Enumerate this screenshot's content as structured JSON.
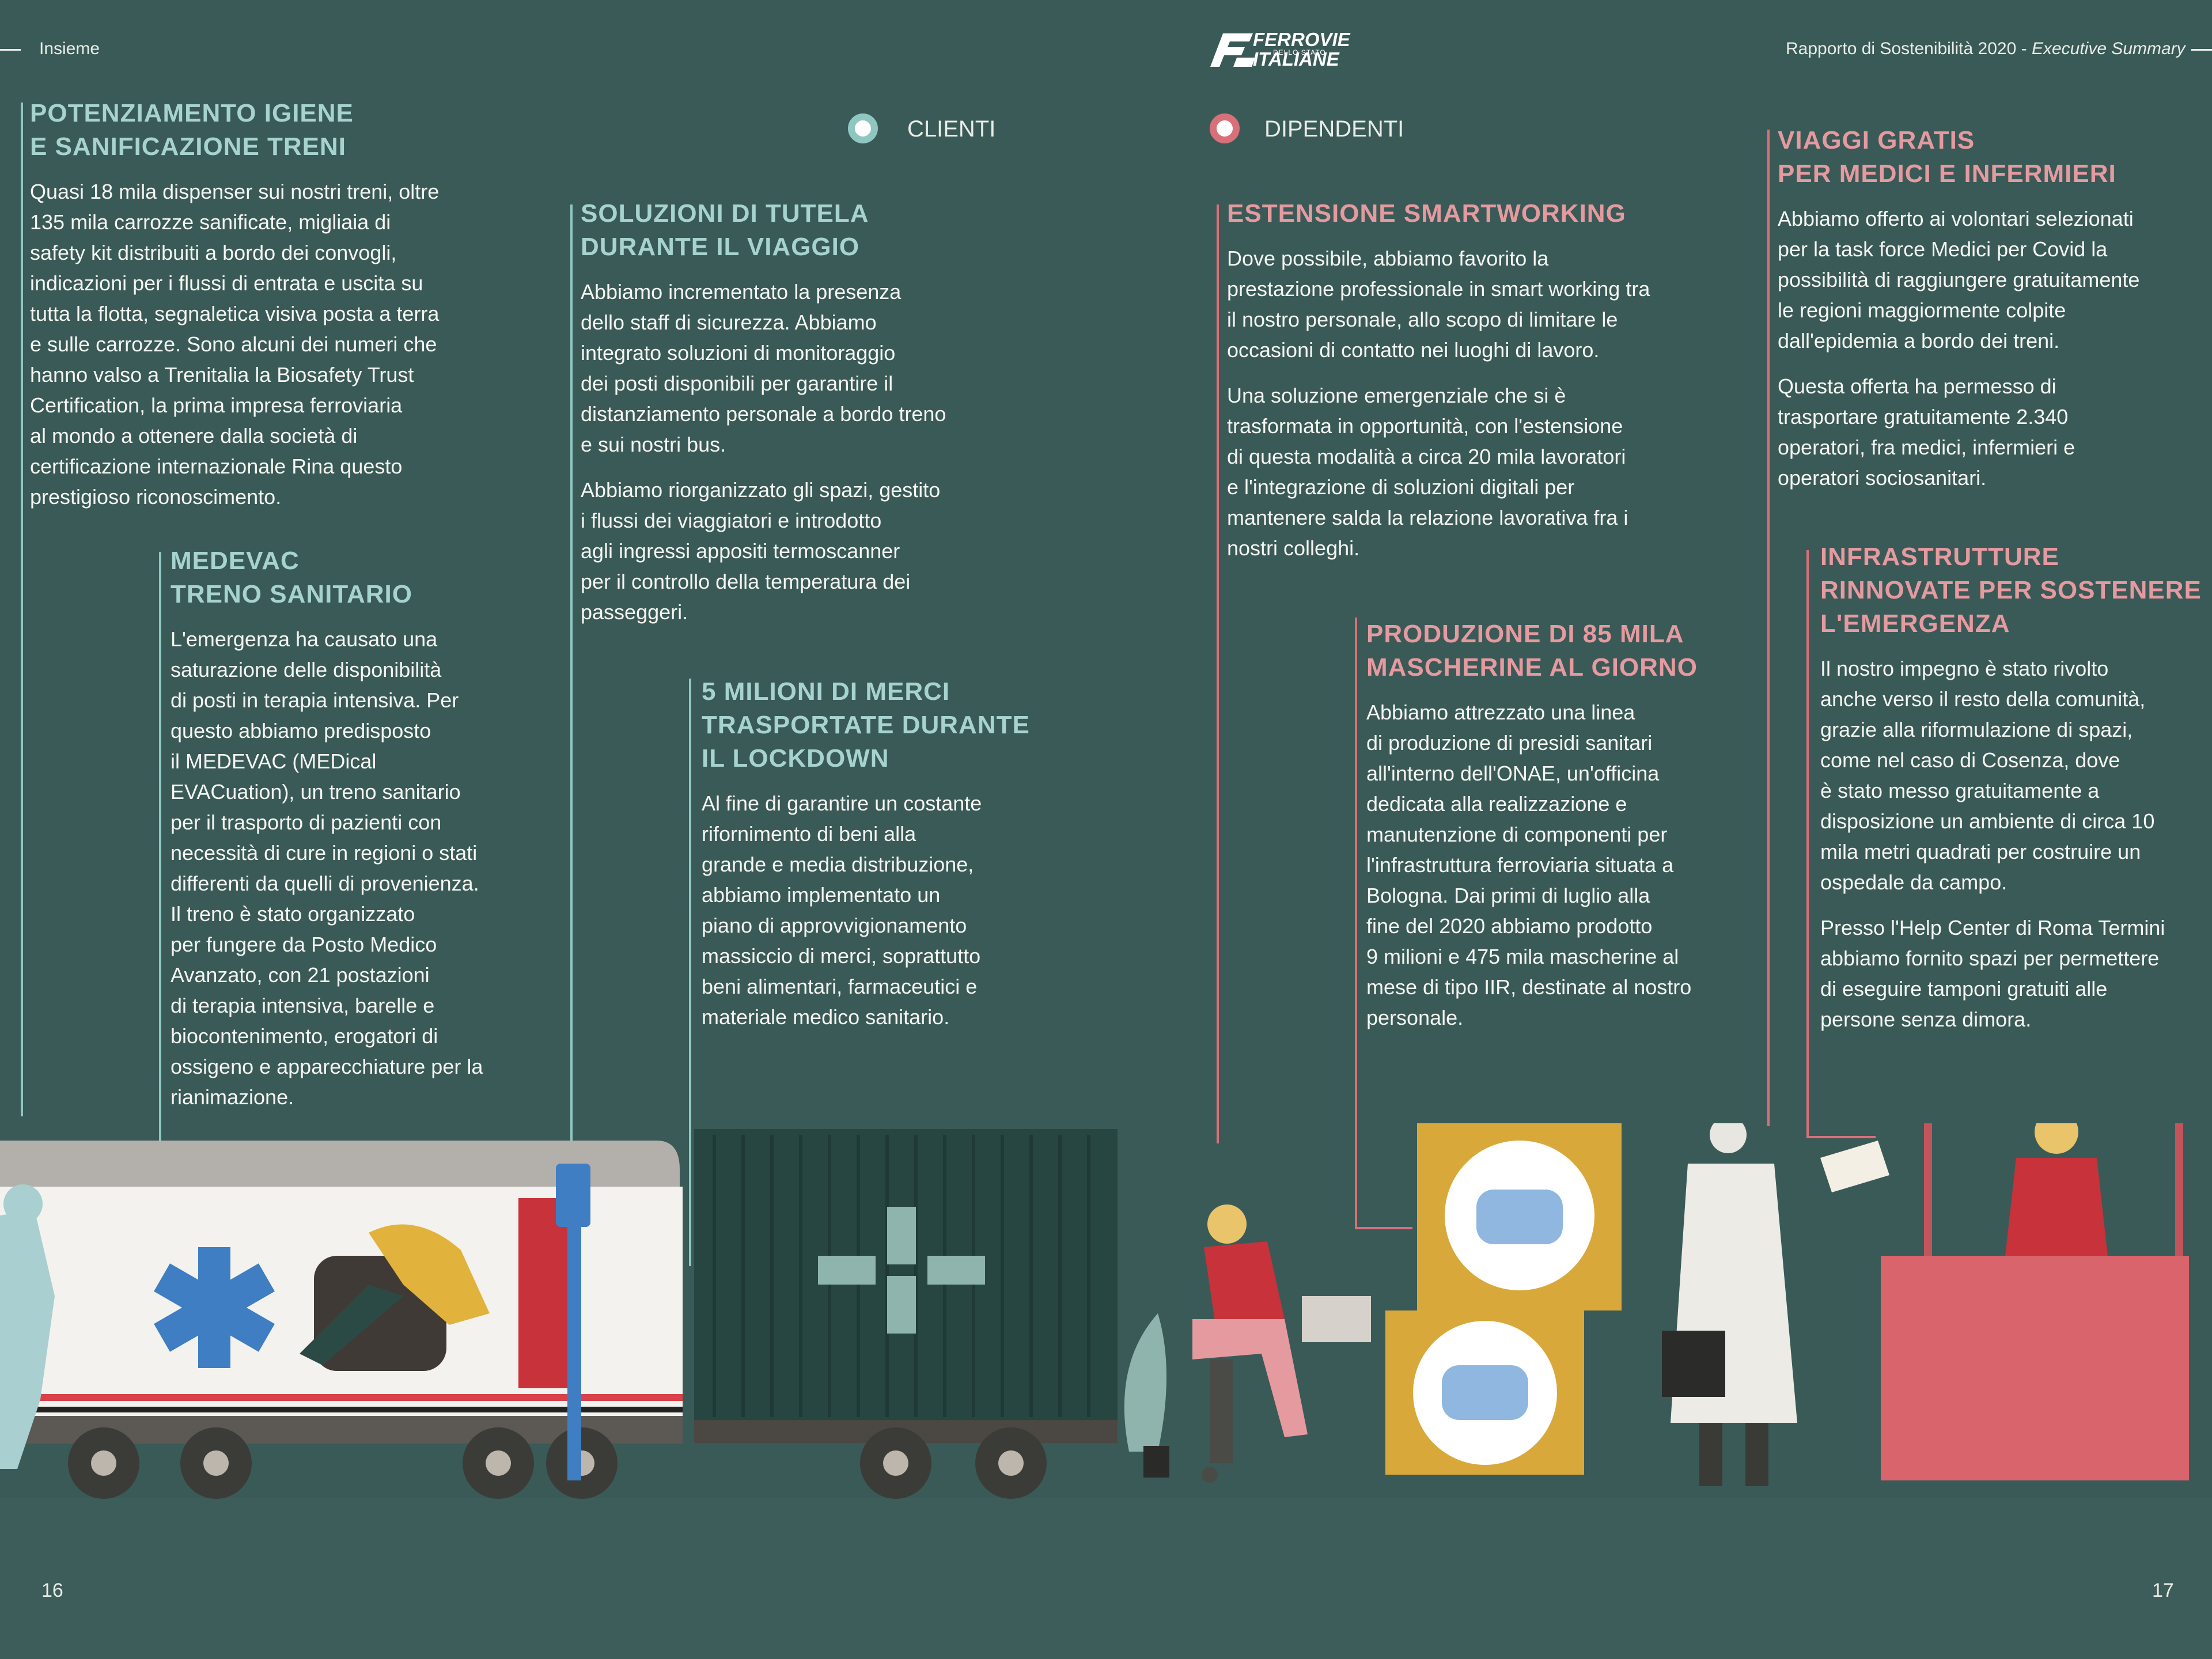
{
  "header": {
    "section": "Insieme",
    "report_title": "Rapporto di Sostenibilità 2020 - ",
    "report_subtitle": "Executive Summary",
    "logo_line1": "FERROVIE",
    "logo_small": "DELLO STATO",
    "logo_line2": "ITALIANE"
  },
  "legend": {
    "clienti": "CLIENTI",
    "dipendenti": "DIPENDENTI"
  },
  "blocks": {
    "igiene": {
      "title": "POTENZIAMENTO IGIENE\nE SANIFICAZIONE TRENI",
      "body": "Quasi 18 mila dispenser sui nostri treni, oltre\n135 mila carrozze sanificate, migliaia di\nsafety kit distribuiti a bordo dei convogli,\nindicazioni per i flussi di entrata e uscita su\ntutta la flotta, segnaletica visiva posta a terra\ne sulle carrozze. Sono alcuni dei numeri che\nhanno valso a Trenitalia la Biosafety Trust\nCertification, la prima impresa ferroviaria\nal mondo a ottenere dalla società di\ncertificazione internazionale Rina questo\nprestigioso riconoscimento."
    },
    "medevac": {
      "title": "MEDEVAC\nTRENO SANITARIO",
      "body": "L'emergenza ha causato una\nsaturazione delle disponibilità\ndi posti in terapia intensiva. Per\nquesto abbiamo predisposto\nil MEDEVAC (MEDical\nEVACuation), un treno sanitario\nper il trasporto di pazienti con\nnecessità di cure in regioni o stati\ndifferenti da quelli di provenienza.\nIl treno è stato organizzato\nper fungere da Posto Medico\nAvanzato, con 21 postazioni\ndi terapia intensiva, barelle e\nbiocontenimento, erogatori di\nossigeno e apparecchiature per la\nrianimazione."
    },
    "tutela": {
      "title": "SOLUZIONI DI TUTELA\nDURANTE IL VIAGGIO",
      "body1": "Abbiamo incrementato la presenza\ndello staff di sicurezza. Abbiamo\nintegrato soluzioni di monitoraggio\ndei posti disponibili per garantire il\ndistanziamento personale a bordo treno\ne sui nostri bus.",
      "body2": "Abbiamo riorganizzato gli spazi, gestito\ni flussi dei viaggiatori e introdotto\nagli ingressi appositi termoscanner\nper il controllo della temperatura dei\npasseggeri."
    },
    "merci": {
      "title": "5 MILIONI DI MERCI\nTRASPORTATE DURANTE\nIL LOCKDOWN",
      "body": "Al fine di garantire un costante\nrifornimento di beni alla\ngrande e media distribuzione,\nabbiamo implementato un\npiano di approvvigionamento\nmassiccio di merci, soprattutto\nbeni alimentari, farmaceutici e\nmateriale medico sanitario."
    },
    "smartworking": {
      "title": "ESTENSIONE SMARTWORKING",
      "body1": "Dove possibile, abbiamo favorito la\nprestazione professionale in smart working tra\nil nostro personale, allo scopo di limitare le\noccasioni di contatto nei luoghi di lavoro.",
      "body2": "Una soluzione emergenziale che si è\ntrasformata in opportunità, con l'estensione\ndi questa modalità a circa 20 mila lavoratori\ne l'integrazione di soluzioni digitali per\nmantenere salda la relazione lavorativa fra i\nnostri colleghi."
    },
    "mascherine": {
      "title": "PRODUZIONE DI 85 MILA\nMASCHERINE AL GIORNO",
      "body": "Abbiamo attrezzato una linea\ndi produzione di presidi sanitari\nall'interno dell'ONAE, un'officina\ndedicata alla realizzazione e\nmanutenzione di componenti per\nl'infrastruttura ferroviaria situata a\nBologna. Dai primi di luglio alla\nfine del 2020 abbiamo prodotto\n9 milioni e 475 mila mascherine al\nmese di tipo IIR, destinate al nostro\npersonale."
    },
    "viaggi": {
      "title": "VIAGGI GRATIS\nPER MEDICI E INFERMIERI",
      "body1": "Abbiamo offerto ai volontari selezionati\nper la task force Medici per Covid la\npossibilità di raggiungere gratuitamente\nle regioni maggiormente colpite\ndall'epidemia a bordo dei treni.",
      "body2": "Questa offerta ha permesso di\ntrasportare gratuitamente 2.340\noperatori, fra medici, infermieri e\noperatori sociosanitari."
    },
    "infrastrutture": {
      "title": "INFRASTRUTTURE\nRINNOVATE PER SOSTENERE\nL'EMERGENZA",
      "body1": "Il nostro impegno è stato rivolto\nanche verso il resto della comunità,\ngrazie alla riformulazione di spazi,\ncome nel caso di Cosenza, dove\nè stato messo gratuitamente a\ndisposizione un ambiente di circa 10\nmila metri quadrati per costruire un\nospedale da campo.",
      "body2": "Presso l'Help Center di Roma Termini\nabbiamo fornito spazi per permettere\ndi eseguire tamponi gratuiti alle\npersone senza dimora."
    }
  },
  "footer": {
    "page_left": "16",
    "page_right": "17"
  },
  "colors": {
    "background": "#3a5a57",
    "clienti_accent": "#a7d3cf",
    "dipendenti_accent": "#e59aa0"
  },
  "icons": [
    "ferrovie-logo-icon",
    "train-illustration",
    "freight-wagon-illustration",
    "smartworking-woman-illustration",
    "mask-boxes-illustration",
    "doctor-illustration",
    "help-kiosk-illustration"
  ]
}
